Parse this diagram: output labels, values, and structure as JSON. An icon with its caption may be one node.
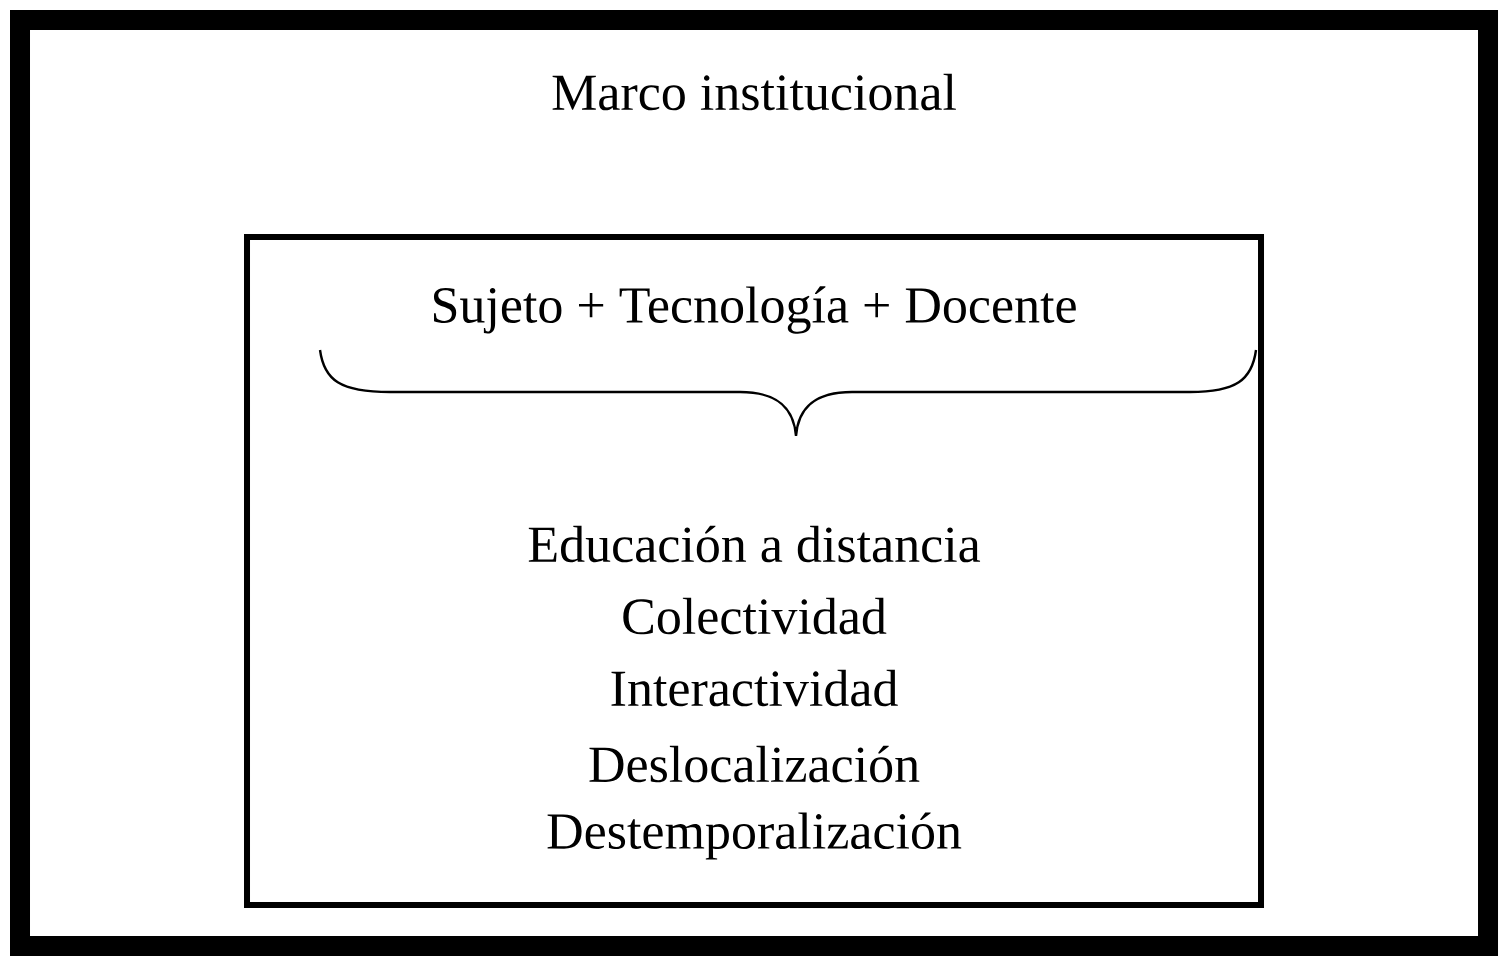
{
  "diagram": {
    "nodes": [
      {
        "text": [
          "Marco institucional"
        ]
      },
      {
        "text": [
          "Sujeto  +  Tecnología  + Docente",
          "Educación a distancia",
          "Colectividad",
          "Interactividad",
          "Deslocalización",
          "Destemporalización"
        ],
        "in": 0
      }
    ]
  }
}
